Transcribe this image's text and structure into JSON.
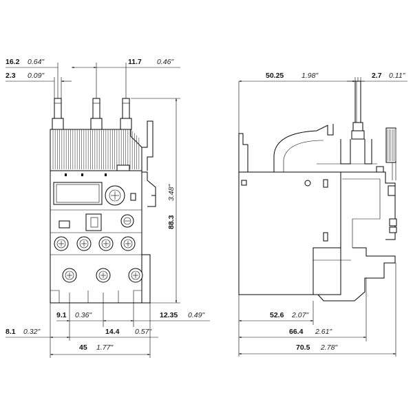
{
  "front_view": {
    "dims": {
      "d1": {
        "mm": "16.2",
        "inch": "0.64\""
      },
      "d2": {
        "mm": "2.3",
        "inch": "0.09\""
      },
      "d3": {
        "mm": "11.7",
        "inch": "0.46\""
      },
      "d4": {
        "mm": "88.3",
        "inch": "3.48\""
      },
      "d5": {
        "mm": "9.1",
        "inch": "0.36\""
      },
      "d6": {
        "mm": "14.4",
        "inch": "0.57\""
      },
      "d7": {
        "mm": "12.35",
        "inch": "0.49\""
      },
      "d8": {
        "mm": "8.1",
        "inch": "0.32\""
      },
      "d9": {
        "mm": "45",
        "inch": "1.77\""
      }
    }
  },
  "side_view": {
    "dims": {
      "s1": {
        "mm": "50.25",
        "inch": "1.98\""
      },
      "s2": {
        "mm": "2.7",
        "inch": "0.11\""
      },
      "s3": {
        "mm": "52.6",
        "inch": "2.07\""
      },
      "s4": {
        "mm": "66.4",
        "inch": "2.61\""
      },
      "s5": {
        "mm": "70.5",
        "inch": "2.78\""
      }
    }
  }
}
